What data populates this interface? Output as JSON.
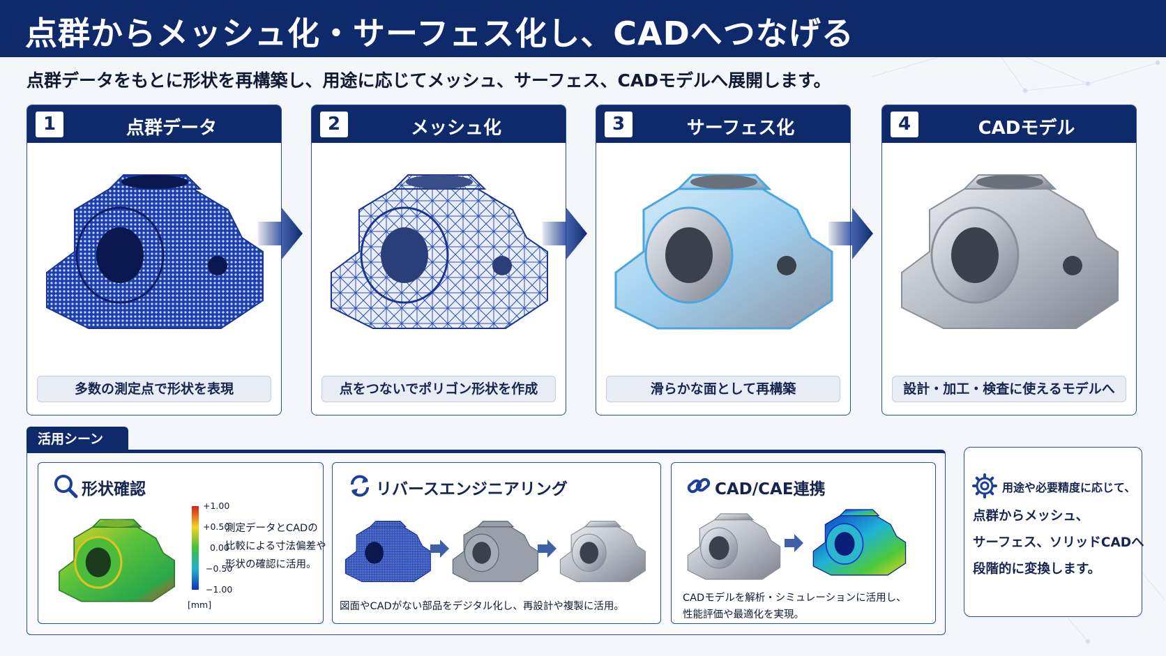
{
  "header": {
    "title": "点群からメッシュ化・サーフェス化し、CADへつなげる"
  },
  "subtitle": "点群データをもとに形状を再構築し、用途に応じてメッシュ、サーフェス、CADモデルへ展開します。",
  "steps": [
    {
      "num": "1",
      "title": "点群データ",
      "caption": "多数の測定点で形状を表現"
    },
    {
      "num": "2",
      "title": "メッシュ化",
      "caption": "点をつないでポリゴン形状を作成"
    },
    {
      "num": "3",
      "title": "サーフェス化",
      "caption": "滑らかな面として再構築"
    },
    {
      "num": "4",
      "title": "CADモデル",
      "caption": "設計・加工・検査に使えるモデルへ"
    }
  ],
  "use_cases": {
    "tab_label": "活用シーン",
    "shape_check": {
      "title": "形状確認",
      "desc_lines": [
        "測定データとCADの",
        "比較による寸法偏差や",
        "形状の確認に活用。"
      ],
      "legend_ticks": [
        "+1.00",
        "+0.50",
        "0.00",
        "−0.50",
        "−1.00"
      ],
      "legend_unit": "[mm]"
    },
    "reverse_engineering": {
      "title": "リバースエンジニアリング",
      "desc": "図面やCADがない部品をデジタル化し、再設計や複製に活用。"
    },
    "cad_cae": {
      "title": "CAD/CAE連携",
      "desc_lines": [
        "CADモデルを解析・シミュレーションに活用し、",
        "性能評価や最適化を実現。"
      ]
    }
  },
  "side_note": {
    "lines": [
      "用途や必要精度に応じて、",
      "点群からメッシュ、",
      "サーフェス、ソリッドCADへ",
      "段階的に変換します。"
    ]
  },
  "colors": {
    "navy": "#0e2a6b",
    "point_blue": "#2a4fc0",
    "surface_cyan": "#7fc6ec",
    "metal_gray": "#b5bac2"
  }
}
